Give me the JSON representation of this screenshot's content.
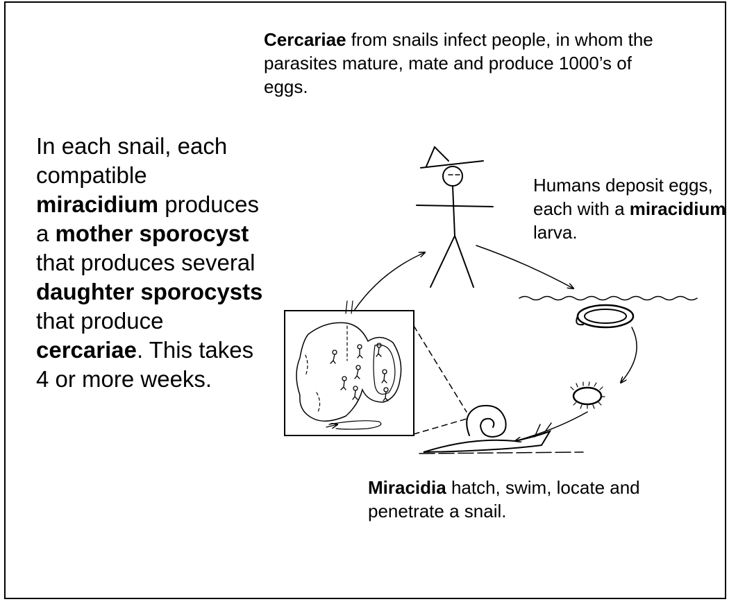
{
  "top_caption": {
    "bold": "Cercariae",
    "rest": " from snails infect people, in whom the parasites mature, mate and produce 1000’s of eggs."
  },
  "left_text": {
    "p1": "In each snail, each compatible ",
    "b1": "miracidium",
    "p2": " produces a ",
    "b2": "mother sporocyst",
    "p3": " that produces  several ",
    "b3": "daughter sporocysts",
    "p4": " that produce ",
    "b4": "cercariae",
    "p5": ". This takes 4 or more weeks."
  },
  "humans_caption": {
    "p1": "Humans deposit eggs, each with a ",
    "bold": "miracidium",
    "p2": " larva."
  },
  "miracidia_caption": {
    "bold": "Miracidia",
    "rest": " hatch, swim, locate and penetrate a snail."
  },
  "colors": {
    "ink": "#000000",
    "background": "#ffffff"
  }
}
